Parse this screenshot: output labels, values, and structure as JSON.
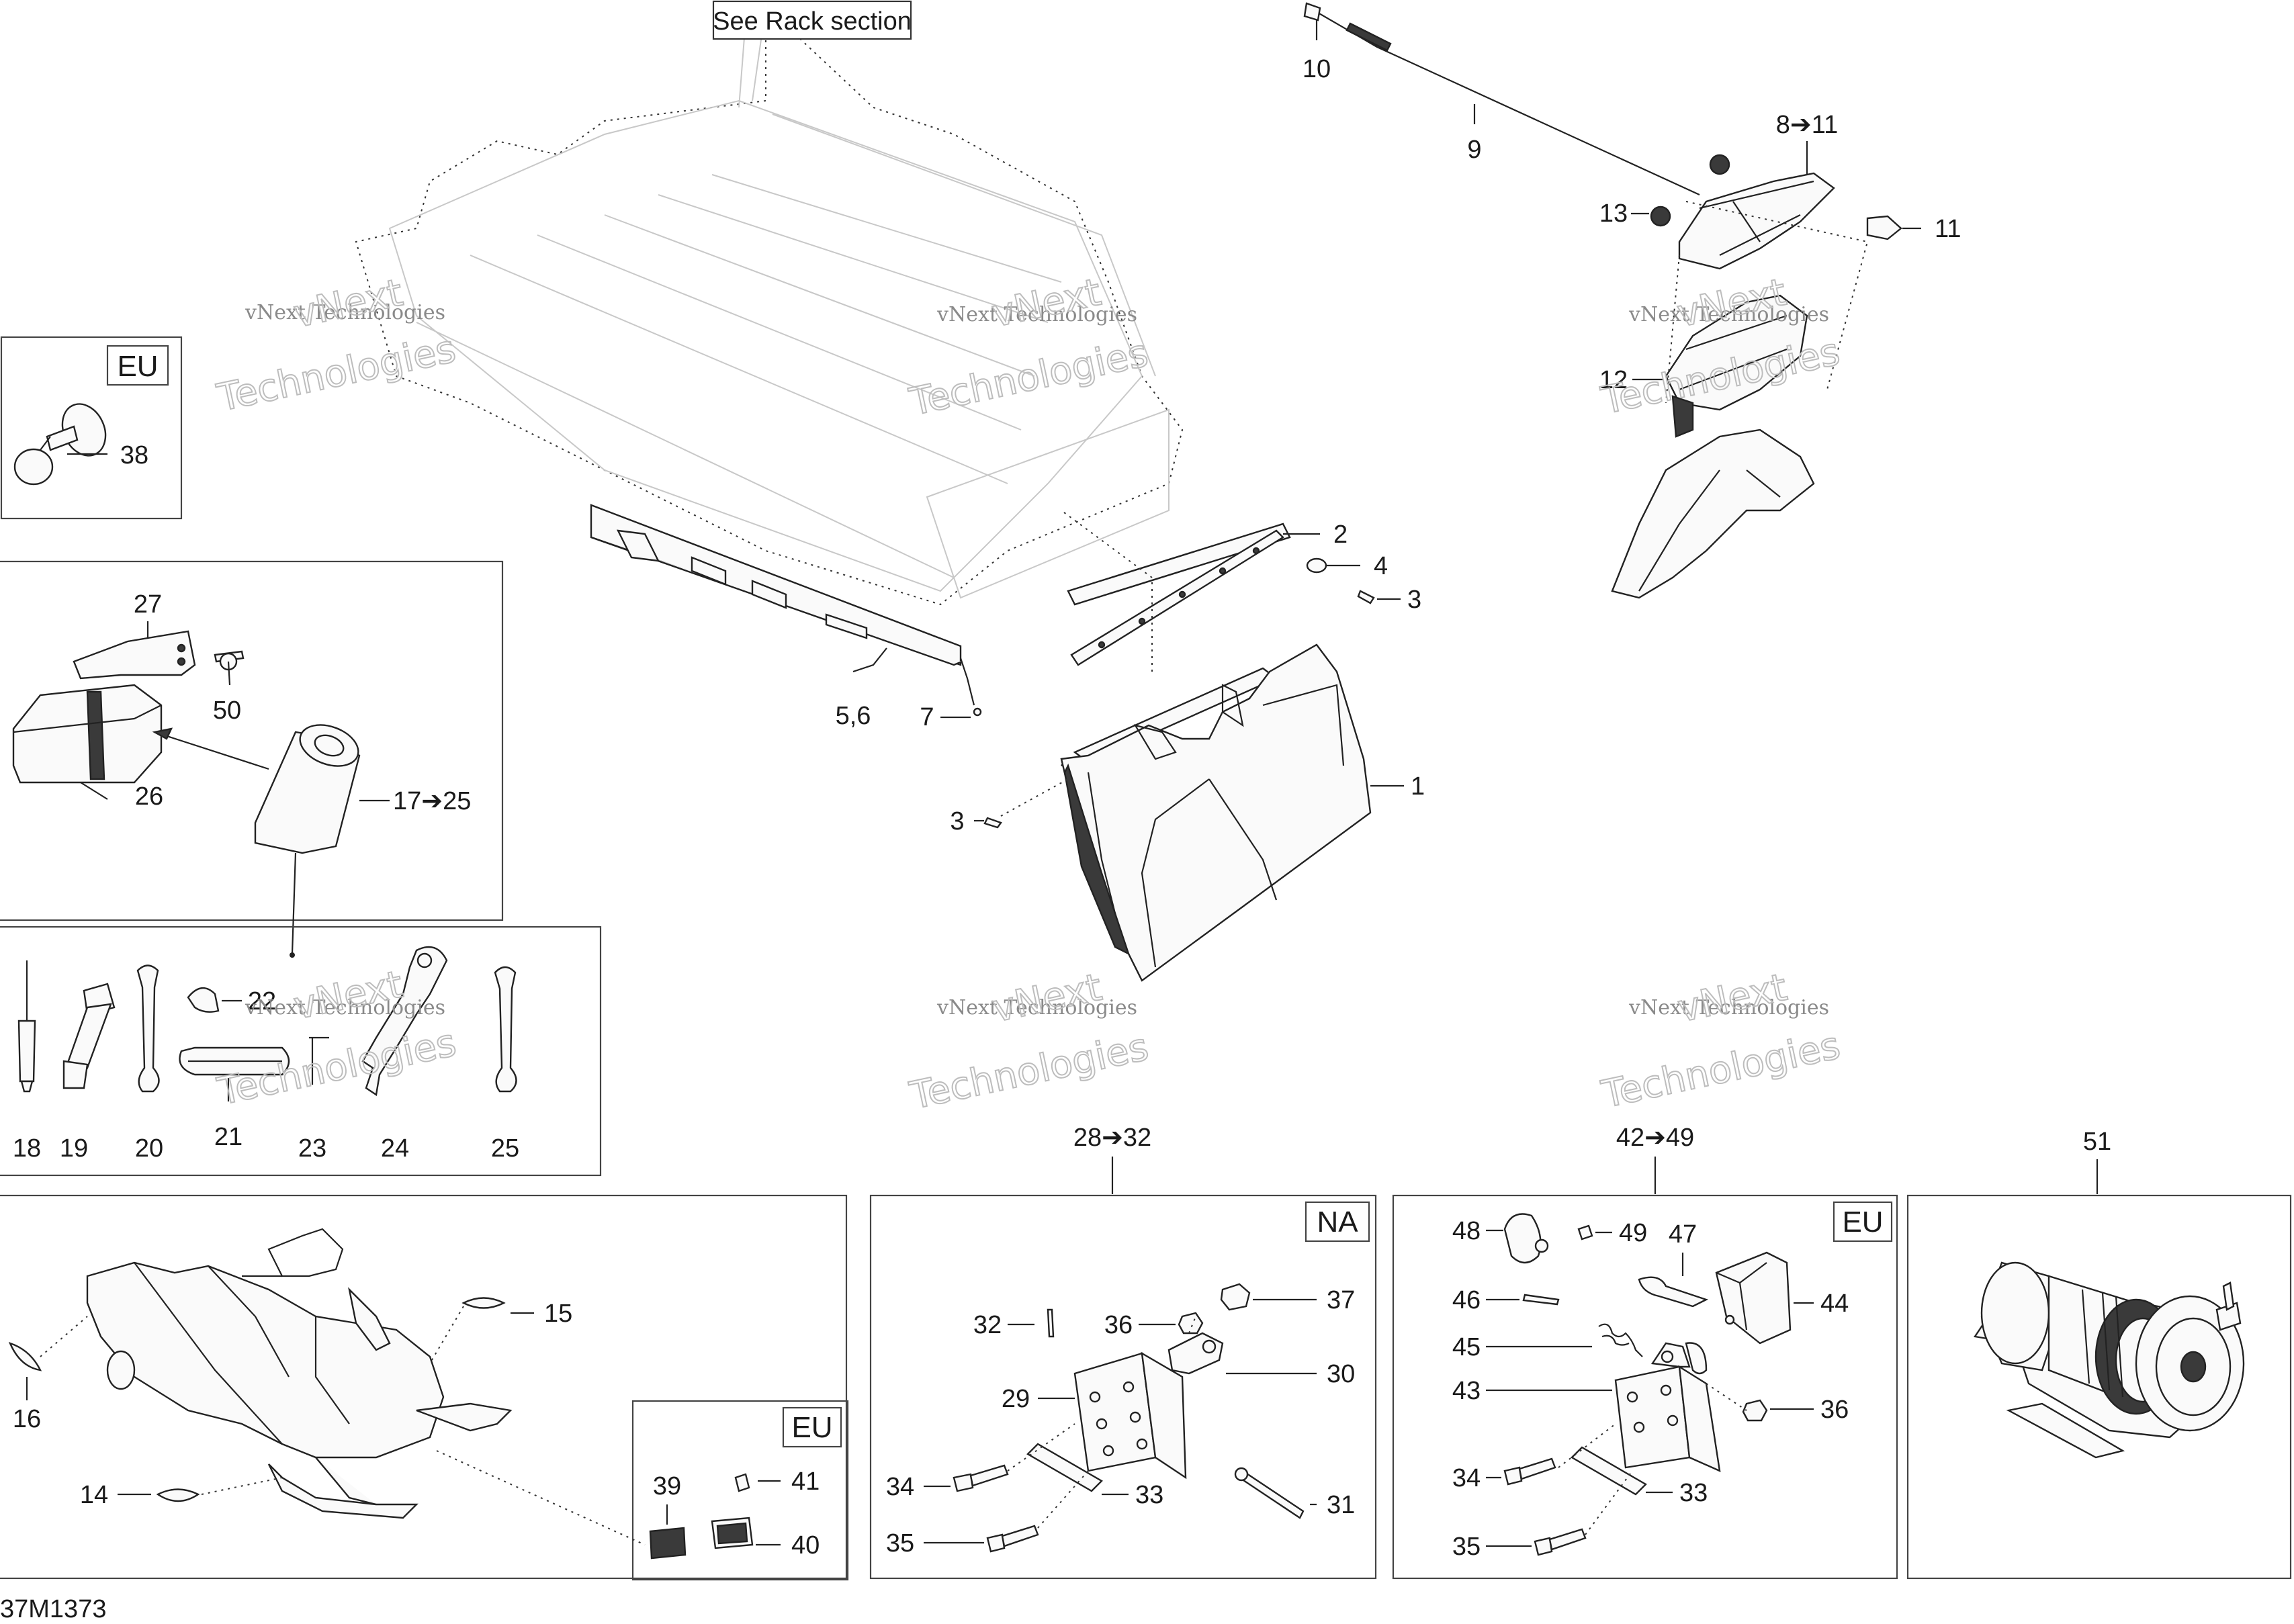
{
  "header": {
    "rack_reference": "See Rack section"
  },
  "region_tags": {
    "eu_horn": "EU",
    "eu_reflectors": "EU",
    "na_hitch": "NA",
    "eu_hitch": "EU"
  },
  "callouts": {
    "c1": "1",
    "c2": "2",
    "c3a": "3",
    "c3b": "3",
    "c4": "4",
    "c56": "5,6",
    "c7": "7",
    "c8_11": "8➔11",
    "c9": "9",
    "c10": "10",
    "c11": "11",
    "c12": "12",
    "c13": "13",
    "c14": "14",
    "c15": "15",
    "c16": "16",
    "c17_25": "17➔25",
    "c18": "18",
    "c19": "19",
    "c20": "20",
    "c21": "21",
    "c22": "22",
    "c23": "23",
    "c24": "24",
    "c25": "25",
    "c26": "26",
    "c27": "27",
    "c28_32": "28➔32",
    "c29": "29",
    "c30": "30",
    "c31": "31",
    "c32": "32",
    "c33a": "33",
    "c33b": "33",
    "c34a": "34",
    "c34b": "34",
    "c35a": "35",
    "c35b": "35",
    "c36a": "36",
    "c36b": "36",
    "c37": "37",
    "c38": "38",
    "c39": "39",
    "c40": "40",
    "c41": "41",
    "c42_49": "42➔49",
    "c43": "43",
    "c44": "44",
    "c45": "45",
    "c46": "46",
    "c47": "47",
    "c48": "48",
    "c49": "49",
    "c50": "50",
    "c51": "51"
  },
  "watermark": {
    "line1": "vNext Technologies",
    "line2a": "vNext",
    "line2b": "Technologies"
  },
  "footer": {
    "diagram_code": "37M1373"
  }
}
